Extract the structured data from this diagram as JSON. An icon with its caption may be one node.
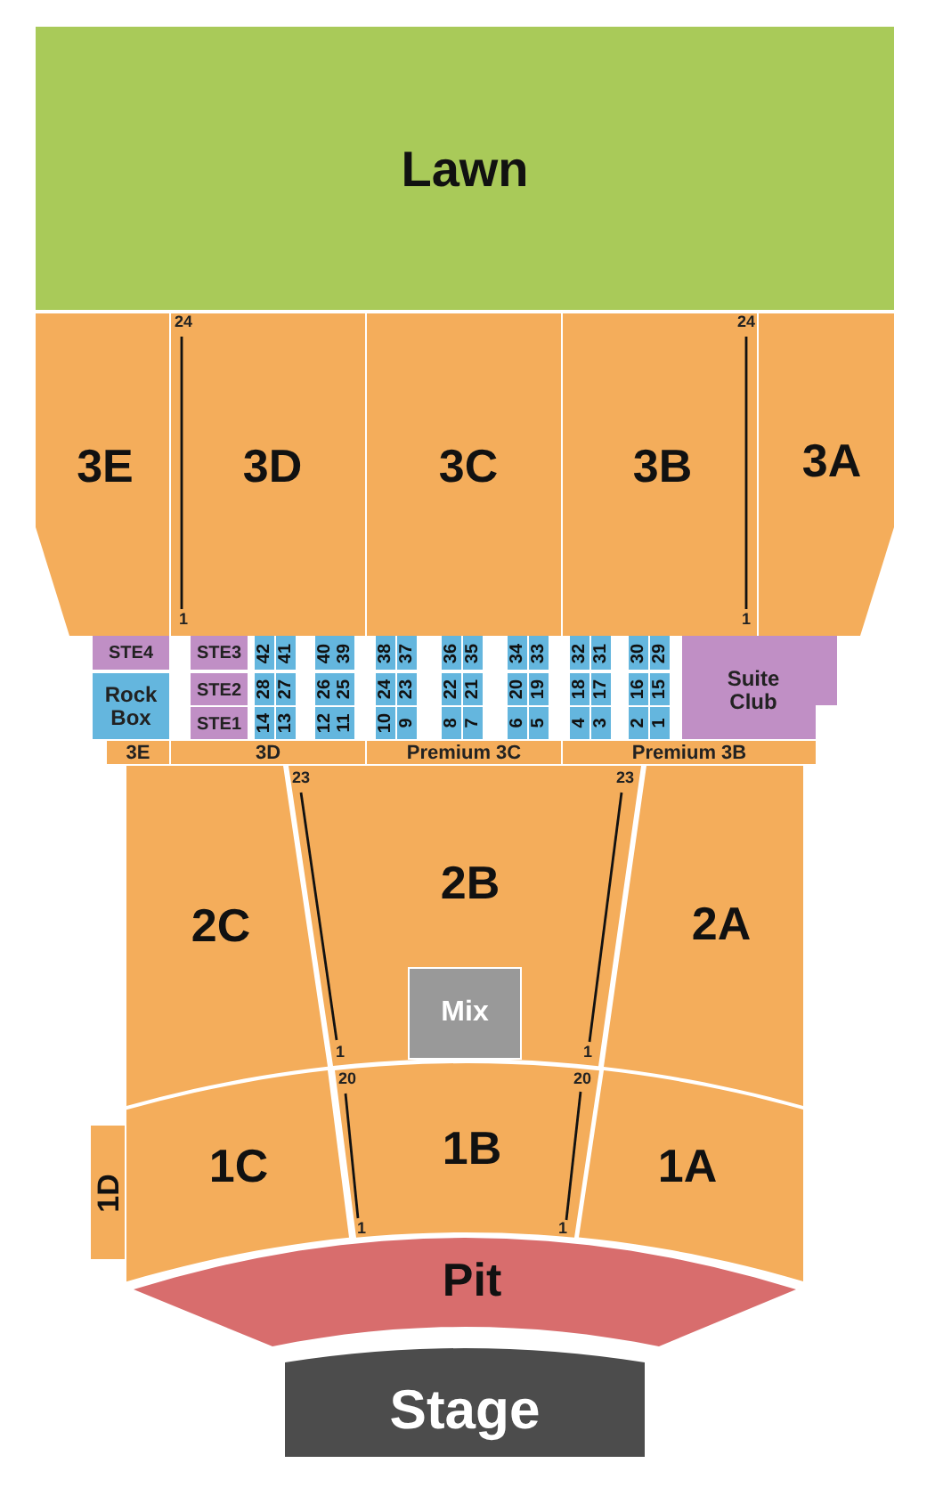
{
  "diagram": {
    "nodes": [
      {
        "text": [
          "Lawn"
        ]
      },
      {
        "text": [
          "3E"
        ]
      },
      {
        "text": [
          "3D"
        ]
      },
      {
        "text": [
          "3C"
        ]
      },
      {
        "text": [
          "3B"
        ]
      },
      {
        "text": [
          "3A"
        ]
      },
      {
        "text": [
          "STE4"
        ]
      },
      {
        "text": [
          "STE3"
        ]
      },
      {
        "text": [
          "42"
        ]
      },
      {
        "text": [
          "41"
        ]
      },
      {
        "text": [
          "40"
        ]
      },
      {
        "text": [
          "39"
        ]
      },
      {
        "text": [
          "38"
        ]
      },
      {
        "text": [
          "37"
        ]
      },
      {
        "text": [
          "36"
        ]
      },
      {
        "text": [
          "35"
        ]
      },
      {
        "text": [
          "34"
        ]
      },
      {
        "text": [
          "33"
        ]
      },
      {
        "text": [
          "32"
        ]
      },
      {
        "text": [
          "31"
        ]
      },
      {
        "text": [
          "30"
        ]
      },
      {
        "text": [
          "29"
        ]
      },
      {
        "text": [
          "Suite Club"
        ]
      },
      {
        "text": [
          "Rock Box"
        ]
      },
      {
        "text": [
          "STE2"
        ]
      },
      {
        "text": [
          "28"
        ]
      },
      {
        "text": [
          "27"
        ]
      },
      {
        "text": [
          "26"
        ]
      },
      {
        "text": [
          "25"
        ]
      },
      {
        "text": [
          "24"
        ]
      },
      {
        "text": [
          "23"
        ]
      },
      {
        "text": [
          "22"
        ]
      },
      {
        "text": [
          "21"
        ]
      },
      {
        "text": [
          "20"
        ]
      },
      {
        "text": [
          "19"
        ]
      },
      {
        "text": [
          "18"
        ]
      },
      {
        "text": [
          "17"
        ]
      },
      {
        "text": [
          "16"
        ]
      },
      {
        "text": [
          "15"
        ]
      },
      {
        "text": [
          "STE1"
        ]
      },
      {
        "text": [
          "14"
        ]
      },
      {
        "text": [
          "13"
        ]
      },
      {
        "text": [
          "12"
        ]
      },
      {
        "text": [
          "11"
        ]
      },
      {
        "text": [
          "10"
        ]
      },
      {
        "text": [
          "9"
        ]
      },
      {
        "text": [
          "8"
        ]
      },
      {
        "text": [
          "7"
        ]
      },
      {
        "text": [
          "6"
        ]
      },
      {
        "text": [
          "5"
        ]
      },
      {
        "text": [
          "4"
        ]
      },
      {
        "text": [
          "3"
        ]
      },
      {
        "text": [
          "2"
        ]
      },
      {
        "text": [
          "1"
        ]
      },
      {
        "text": [
          "3E"
        ]
      },
      {
        "text": [
          "3D"
        ]
      },
      {
        "text": [
          "Premium 3C"
        ]
      },
      {
        "text": [
          "Premium 3B"
        ]
      },
      {
        "text": [
          "2C"
        ]
      },
      {
        "text": [
          "2B"
        ]
      },
      {
        "text": [
          "2A"
        ]
      },
      {
        "text": [
          "Mix"
        ],
        "in": 59
      },
      {
        "text": [
          "1D"
        ]
      },
      {
        "text": [
          "1C"
        ]
      },
      {
        "text": [
          "1B"
        ]
      },
      {
        "text": [
          "1A"
        ]
      },
      {
        "text": [
          "Pit"
        ]
      },
      {
        "text": [
          "Stage"
        ]
      }
    ],
    "labels": [
      "24",
      "24",
      "1",
      "1",
      "23",
      "23",
      "1",
      "1",
      "20",
      "20",
      "1",
      "1"
    ]
  }
}
